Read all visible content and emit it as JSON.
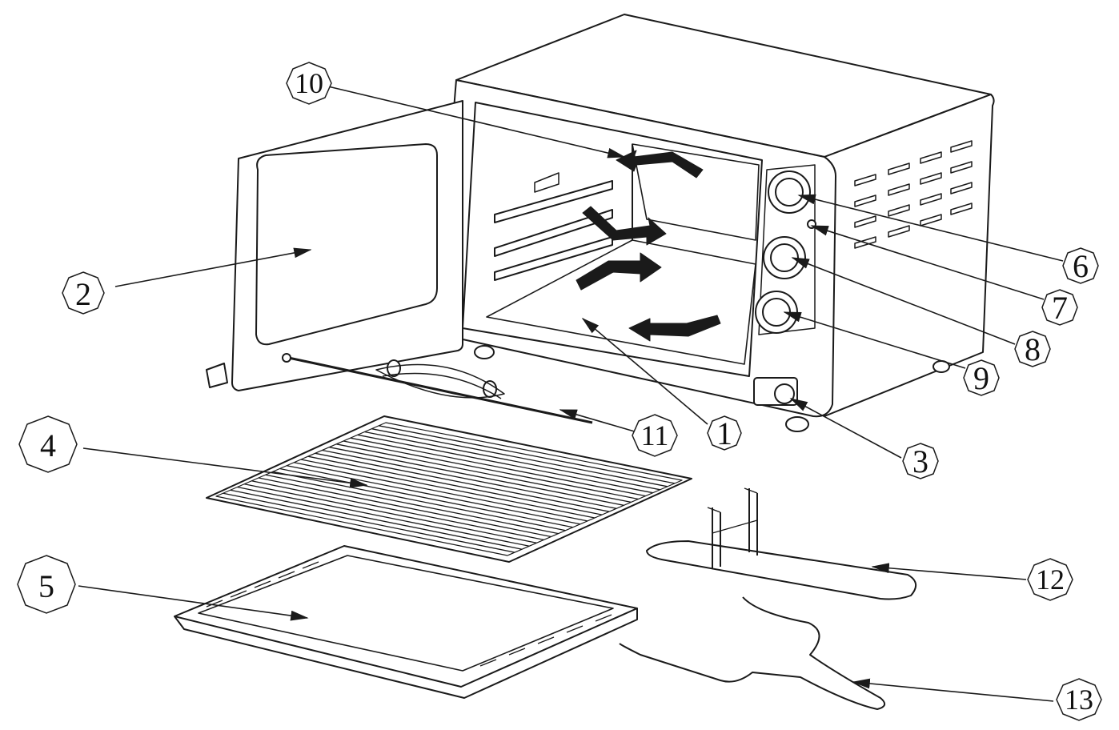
{
  "diagram": {
    "type": "exploded-view parts diagram",
    "subject": "toaster oven",
    "colors": {
      "line": "#1a1a1a",
      "background": "#ffffff",
      "fill": "#ffffff"
    },
    "callouts": [
      {
        "id": "c1",
        "label": "1"
      },
      {
        "id": "c2",
        "label": "2"
      },
      {
        "id": "c3",
        "label": "3"
      },
      {
        "id": "c4",
        "label": "4"
      },
      {
        "id": "c5",
        "label": "5"
      },
      {
        "id": "c6",
        "label": "6"
      },
      {
        "id": "c7",
        "label": "7"
      },
      {
        "id": "c8",
        "label": "8"
      },
      {
        "id": "c9",
        "label": "9"
      },
      {
        "id": "c10",
        "label": "10"
      },
      {
        "id": "c11",
        "label": "11"
      },
      {
        "id": "c12",
        "label": "12"
      },
      {
        "id": "c13",
        "label": "13"
      }
    ]
  }
}
